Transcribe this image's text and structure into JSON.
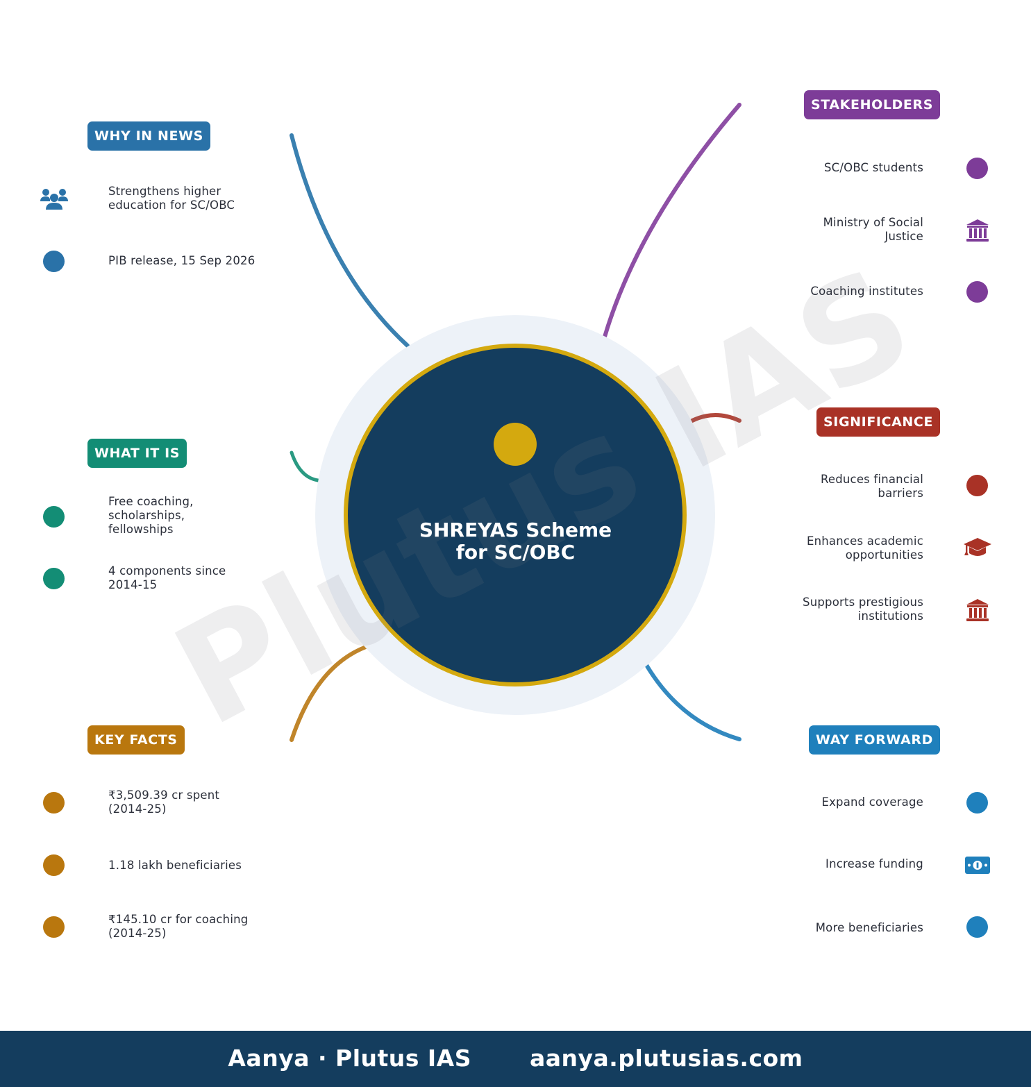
{
  "center": {
    "title_line1": "SHREYAS Scheme",
    "title_line2": "for SC/OBC"
  },
  "watermark": "Plutus IAS",
  "colors": {
    "navy": "#143d5e",
    "gold": "#d4a90f",
    "why": "#2a72a8",
    "what": "#138d75",
    "facts": "#b9770e",
    "stake": "#7d3c98",
    "sig": "#a93226",
    "way": "#1f80bc"
  },
  "branches": {
    "why_in_news": {
      "label": "WHY IN NEWS",
      "items": [
        {
          "text": "Strengthens higher education for SC/OBC",
          "icon": "users-icon"
        },
        {
          "text": "PIB release, 15 Sep 2026",
          "icon": "dot"
        }
      ]
    },
    "what_it_is": {
      "label": "WHAT IT IS",
      "items": [
        {
          "text": "Free coaching, scholarships, fellowships",
          "icon": "dot"
        },
        {
          "text": "4 components since 2014-15",
          "icon": "dot"
        }
      ]
    },
    "key_facts": {
      "label": "KEY FACTS",
      "items": [
        {
          "text": "₹3,509.39 cr spent (2014-25)",
          "icon": "dot"
        },
        {
          "text": "1.18 lakh beneficiaries",
          "icon": "dot"
        },
        {
          "text": "₹145.10 cr for coaching (2014-25)",
          "icon": "dot"
        }
      ]
    },
    "stakeholders": {
      "label": "STAKEHOLDERS",
      "items": [
        {
          "text": "SC/OBC students",
          "icon": "dot"
        },
        {
          "text": "Ministry of Social Justice",
          "icon": "institution-icon"
        },
        {
          "text": "Coaching institutes",
          "icon": "dot"
        }
      ]
    },
    "significance": {
      "label": "SIGNIFICANCE",
      "items": [
        {
          "text": "Reduces financial barriers",
          "icon": "dot"
        },
        {
          "text": "Enhances academic opportunities",
          "icon": "graduation-cap-icon"
        },
        {
          "text": "Supports prestigious institutions",
          "icon": "institution-icon"
        }
      ]
    },
    "way_forward": {
      "label": "WAY FORWARD",
      "items": [
        {
          "text": "Expand coverage",
          "icon": "dot"
        },
        {
          "text": "Increase funding",
          "icon": "money-icon"
        },
        {
          "text": "More beneficiaries",
          "icon": "dot"
        }
      ]
    }
  },
  "footer": {
    "author": "Aanya · Plutus IAS",
    "url": "aanya.plutusias.com"
  }
}
